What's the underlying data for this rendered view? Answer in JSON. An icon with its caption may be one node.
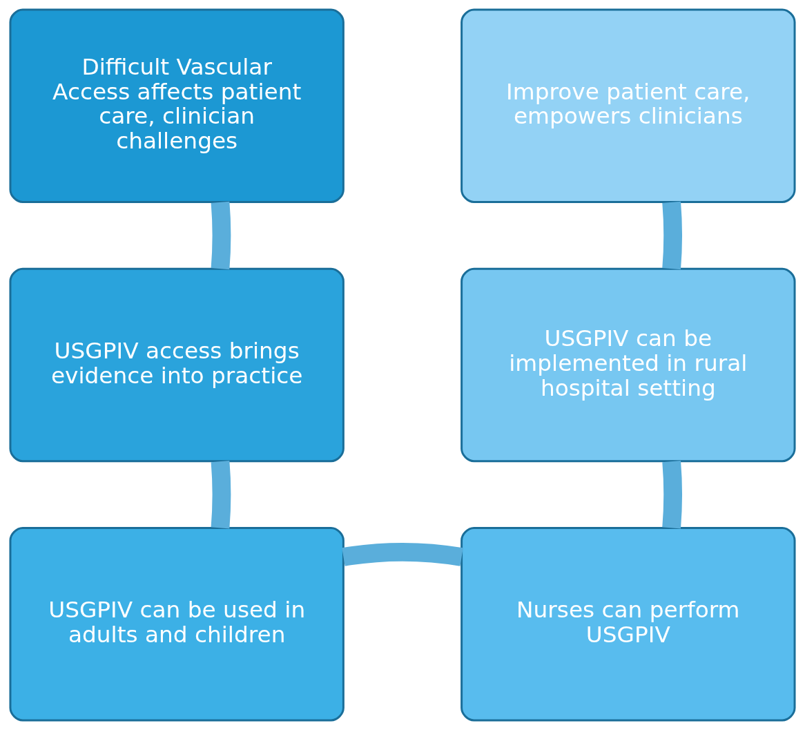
{
  "diagram": {
    "nodes": [
      {
        "text": [
          "Difficult Vascular Access affects patient care, clinician challenges"
        ]
      },
      {
        "text": [
          "USGPIV access brings evidence into practice"
        ]
      },
      {
        "text": [
          "USGPIV can be used in adults and children"
        ]
      },
      {
        "text": [
          "Nurses can perform USGPIV"
        ]
      },
      {
        "text": [
          "USGPIV can be implemented in rural hospital setting"
        ]
      },
      {
        "text": [
          "Improve patient care, empowers clinicians"
        ]
      }
    ],
    "edges": [
      {
        "from": 0,
        "to": 1,
        "arrow": "none"
      },
      {
        "from": 1,
        "to": 2,
        "arrow": "none"
      },
      {
        "from": 2,
        "to": 3,
        "arrow": "none"
      },
      {
        "from": 3,
        "to": 4,
        "arrow": "none"
      },
      {
        "from": 4,
        "to": 5,
        "arrow": "none"
      }
    ]
  }
}
